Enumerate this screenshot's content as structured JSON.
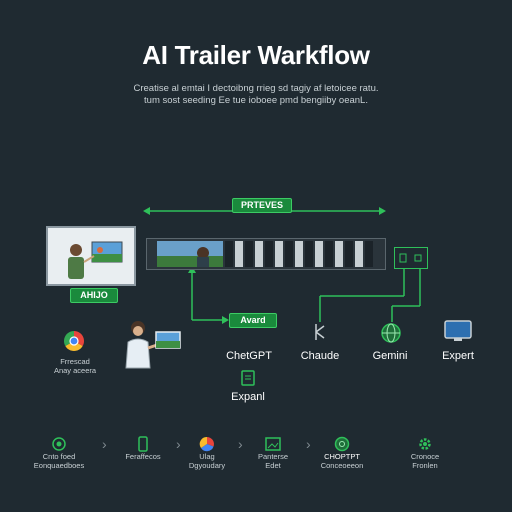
{
  "header": {
    "title": "AI Trailer Warkflow",
    "subtitle_line1": "Creatise al emtai I dectoibng rrieg sd tagiy af letoicee ratu.",
    "subtitle_line2": "tum sost seeding Ee tue ioboee pmd bengiiby oeanL."
  },
  "top": {
    "process_label": "PRTEVES",
    "input_label": "AHIJO"
  },
  "middle": {
    "avard_label": "Avard",
    "left_caption_line1": "Frrescad",
    "left_caption_line2": "Anay aceera"
  },
  "nodes": {
    "chatgpt": "ChetGPT",
    "chaude": "Chaude",
    "gemini": "Gemini",
    "export": "Expert",
    "expanl": "Expanl"
  },
  "steps": [
    {
      "icon": "target-icon",
      "line1": "Cnto foed",
      "line2": "Eonquaedboes"
    },
    {
      "icon": "phone-icon",
      "line1": "Feraffecos",
      "line2": ""
    },
    {
      "icon": "chart-icon",
      "line1": "Ulag",
      "line2": "Dgyoudary"
    },
    {
      "icon": "image-icon",
      "line1": "Panterse",
      "line2": "Edet"
    },
    {
      "icon": "openai-icon",
      "line1": "CHOPTPT",
      "line2": "Conceoeeon"
    },
    {
      "icon": "gear-icon",
      "line1": "Cronoce",
      "line2": "Fronlen"
    }
  ],
  "colors": {
    "background": "#1f2a31",
    "accent_green": "#2fc05a",
    "label_green": "#1a8a3c"
  }
}
